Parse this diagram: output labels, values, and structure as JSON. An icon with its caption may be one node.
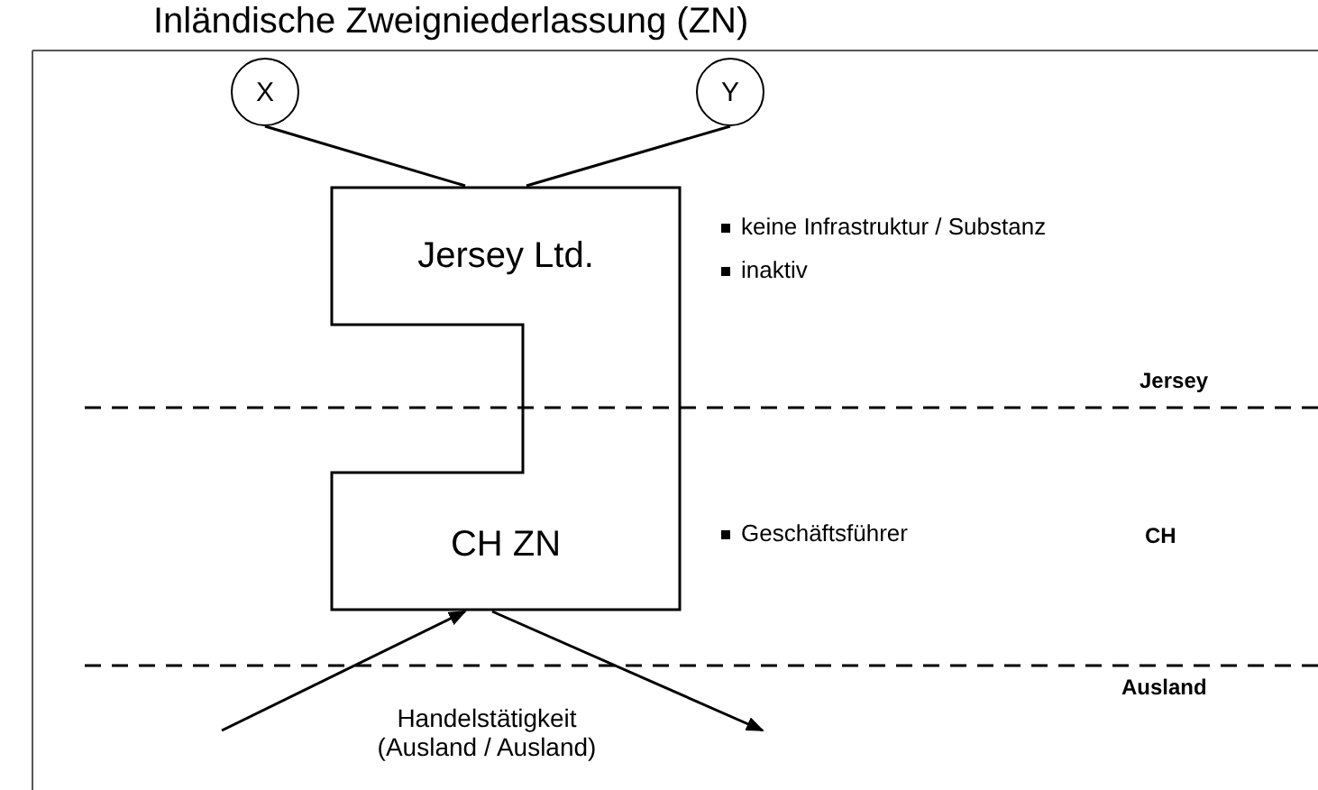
{
  "diagram": {
    "title": "Inländische Zweigniederlassung (ZN)",
    "nodes": [
      {
        "text": [
          "X"
        ]
      },
      {
        "text": [
          "Y"
        ]
      },
      {
        "text": [
          "Jersey Ltd.",
          "CH ZN"
        ]
      }
    ],
    "edges": [
      {
        "from": 0,
        "to": 2,
        "arrow": "none"
      },
      {
        "from": 1,
        "to": 2,
        "arrow": "none"
      },
      {
        "from": null,
        "to": 2,
        "arrow": "to"
      },
      {
        "from": 2,
        "to": null,
        "arrow": "to"
      }
    ],
    "labels": [
      "keine Infrastruktur / Substanz",
      "inaktiv",
      "Jersey",
      "Geschäftsführer",
      "CH",
      "Ausland",
      "Handelstätigkeit (Ausland / Ausland)"
    ]
  }
}
